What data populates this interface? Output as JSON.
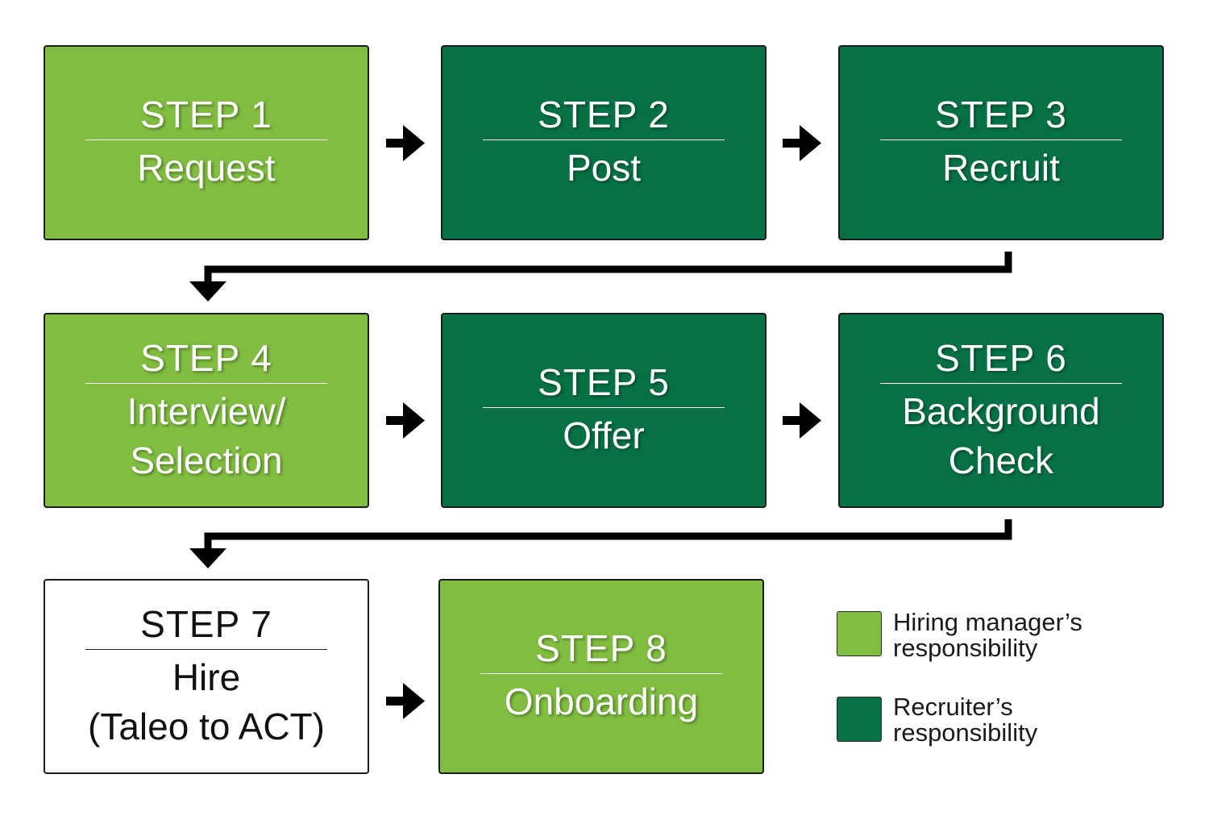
{
  "colors": {
    "hiring_manager": "#80bd41",
    "recruiter": "#067145",
    "neutral": "#ffffff",
    "arrow": "#000000"
  },
  "steps": [
    {
      "label": "STEP 1",
      "lines": [
        "Request"
      ],
      "owner": "hiring_manager"
    },
    {
      "label": "STEP 2",
      "lines": [
        "Post"
      ],
      "owner": "recruiter"
    },
    {
      "label": "STEP 3",
      "lines": [
        "Recruit"
      ],
      "owner": "recruiter"
    },
    {
      "label": "STEP 4",
      "lines": [
        "Interview/",
        "Selection"
      ],
      "owner": "hiring_manager"
    },
    {
      "label": "STEP 5",
      "lines": [
        "Offer"
      ],
      "owner": "recruiter"
    },
    {
      "label": "STEP 6",
      "lines": [
        "Background",
        "Check"
      ],
      "owner": "recruiter"
    },
    {
      "label": "STEP 7",
      "lines": [
        "Hire",
        "(Taleo to ACT)"
      ],
      "owner": "neutral"
    },
    {
      "label": "STEP 8",
      "lines": [
        "Onboarding"
      ],
      "owner": "hiring_manager"
    }
  ],
  "legend": {
    "hiring_manager": [
      "Hiring manager’s",
      "responsibility"
    ],
    "recruiter": [
      "Recruiter’s",
      "responsibility"
    ]
  }
}
